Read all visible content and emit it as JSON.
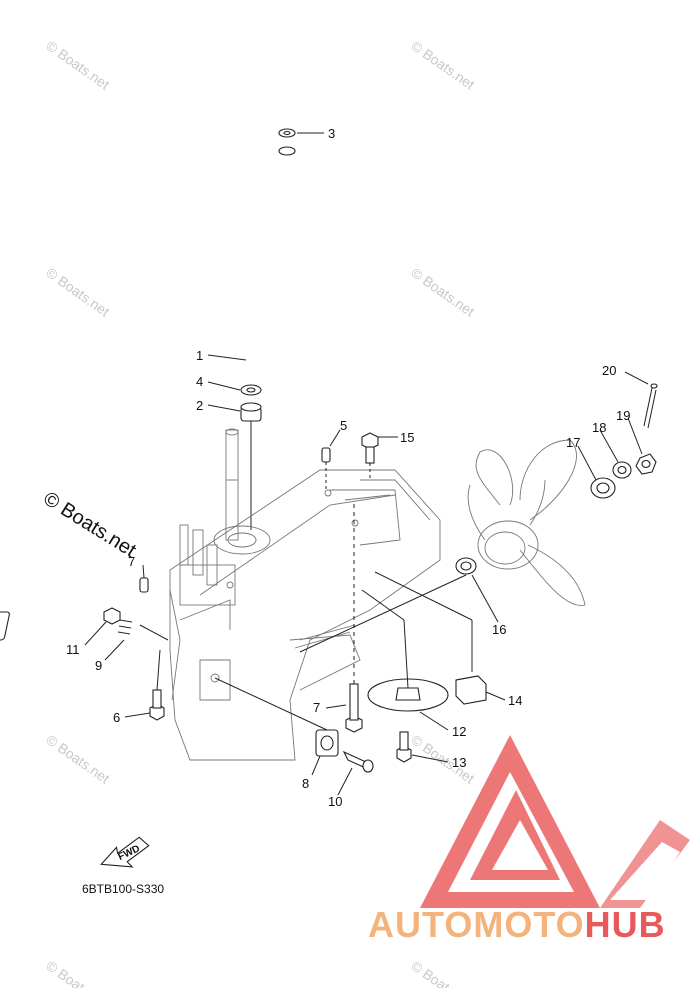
{
  "watermark": {
    "text": "© Boats.net",
    "large_text": "© Boats.net"
  },
  "reference_code": "6BTB100-S330",
  "fwd_label": "FWD",
  "brand": {
    "part1": "AUTOMOTO",
    "part2": "HUB",
    "color1": "#f4b37c",
    "color2": "#e85a5a"
  },
  "callouts": [
    "1",
    "2",
    "3",
    "4",
    "5",
    "6",
    "7",
    "7",
    "8",
    "9",
    "10",
    "11",
    "12",
    "13",
    "14",
    "15",
    "16",
    "17",
    "18",
    "19",
    "20"
  ]
}
